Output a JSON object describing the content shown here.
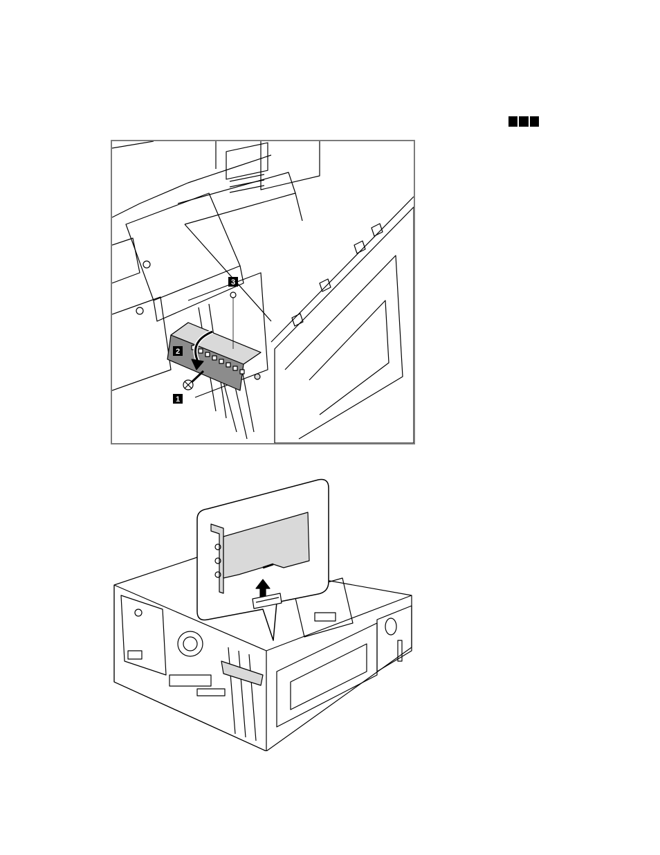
{
  "figure1": {
    "callouts": [
      "1",
      "2",
      "3"
    ]
  },
  "colors": {
    "line": "#000000",
    "frame": "#7a7a7a",
    "card_fill": "#d9d9d9",
    "bracket_fill": "#8c8c8c",
    "background": "#ffffff"
  }
}
